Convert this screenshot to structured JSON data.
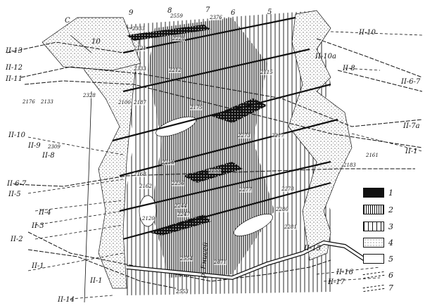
{
  "colors": {
    "ink": "#111111",
    "paper": "#ffffff"
  },
  "left_labels": [
    "II-13",
    "II-12",
    "II-11",
    "II-10",
    "II-9",
    "II-8",
    "II-6-7",
    "II-5",
    "II-4",
    "II-3",
    "II-2",
    "II-1",
    "II-1",
    "II-14"
  ],
  "right_labels": [
    "II-10",
    "II-10а",
    "II-8",
    "II-6-7",
    "II-7а",
    "II-1",
    "II-15",
    "II-16",
    "II-17"
  ],
  "top_labels": [
    "C",
    "10",
    "9",
    "8",
    "7",
    "6",
    "5"
  ],
  "sample_numbers": [
    "2559",
    "2376",
    "2333",
    "2228",
    "2121",
    "2333",
    "2212",
    "2328",
    "2176",
    "2133",
    "2100",
    "2187",
    "2115",
    "2217",
    "2175",
    "2273",
    "2216",
    "2168",
    "2162",
    "2236",
    "2244",
    "2247",
    "2120",
    "2155",
    "2277",
    "2278",
    "2280",
    "2281",
    "2554",
    "2871",
    "2553",
    "2161",
    "2183",
    "2309"
  ],
  "river_label": "р. Енисей",
  "legend": [
    {
      "num": "1",
      "pattern": "black-rough"
    },
    {
      "num": "2",
      "pattern": "dense-vertical"
    },
    {
      "num": "3",
      "pattern": "sparse-vertical"
    },
    {
      "num": "4",
      "pattern": "dots"
    },
    {
      "num": "5",
      "pattern": "blank"
    },
    {
      "num": "6",
      "pattern": "thrust-line"
    },
    {
      "num": "7",
      "pattern": "dashed-lines"
    }
  ]
}
